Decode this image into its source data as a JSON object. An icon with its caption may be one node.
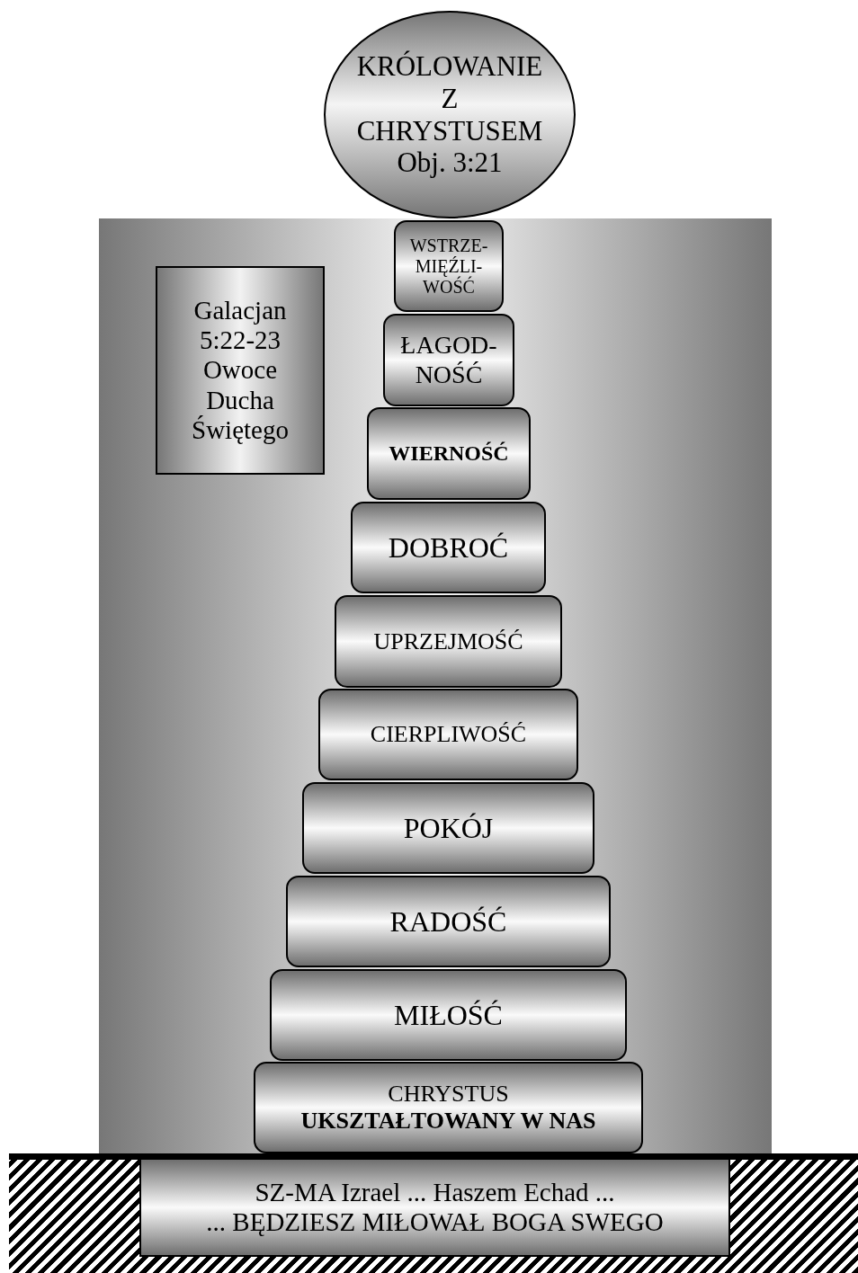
{
  "diagram": {
    "nodes": [
      {
        "text": [
          "KRÓLOWANIE Z CHRYSTUSEM",
          "Obj. 3:21"
        ]
      },
      {
        "text": [
          "Galacjan 5:22-23 Owoce Ducha Świętego"
        ]
      },
      {
        "text": [
          "WSTRZE- MIĘŹLI- WOŚĆ"
        ]
      },
      {
        "text": [
          "ŁAGOD- NOŚĆ"
        ]
      },
      {
        "text": [
          "WIERNOŚĆ"
        ]
      },
      {
        "text": [
          "DOBROĆ"
        ]
      },
      {
        "text": [
          "UPRZEJMOŚĆ"
        ]
      },
      {
        "text": [
          "CIERPLIWOŚĆ"
        ]
      },
      {
        "text": [
          "POKÓJ"
        ]
      },
      {
        "text": [
          "RADOŚĆ"
        ]
      },
      {
        "text": [
          "MIŁOŚĆ"
        ]
      },
      {
        "text": [
          "CHRYSTUS",
          "**UKSZTAŁTOWANY W NAS**"
        ]
      },
      {
        "text": [
          "SZ-MA Izrael ... Haszem Echad ...",
          "... BĘDZIESZ MIŁOWAŁ BOGA SWEGO"
        ]
      }
    ]
  }
}
